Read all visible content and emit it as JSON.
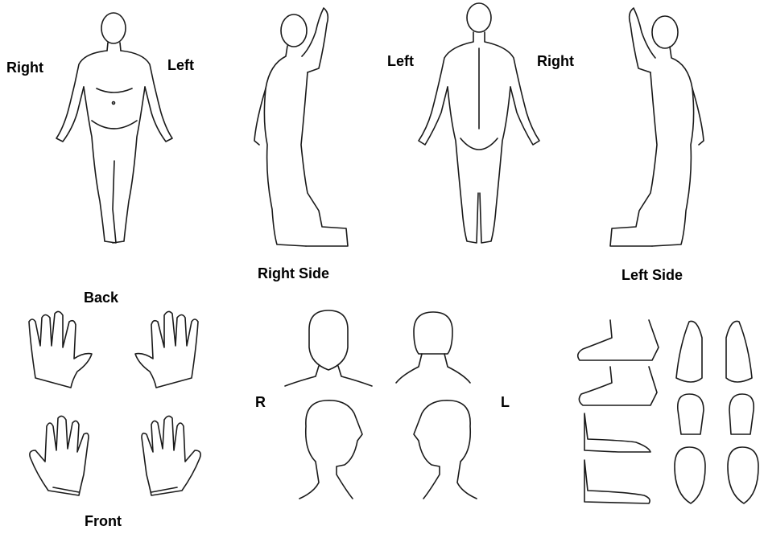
{
  "labels": {
    "front_right": "Right",
    "front_left": "Left",
    "back_left": "Left",
    "back_right": "Right",
    "right_side": "Right Side",
    "left_side": "Left Side",
    "hands_back": "Back",
    "hands_front": "Front",
    "head_r": "R",
    "head_l": "L"
  },
  "colors": {
    "line": "#1a1a1a",
    "background": "#ffffff",
    "text": "#000000"
  },
  "icons": [
    "body-front-figure",
    "body-right-side-figure",
    "body-back-figure",
    "body-left-side-figure",
    "hands-back-figure",
    "hands-palm-figure",
    "head-views-figure",
    "feet-views-figure"
  ]
}
